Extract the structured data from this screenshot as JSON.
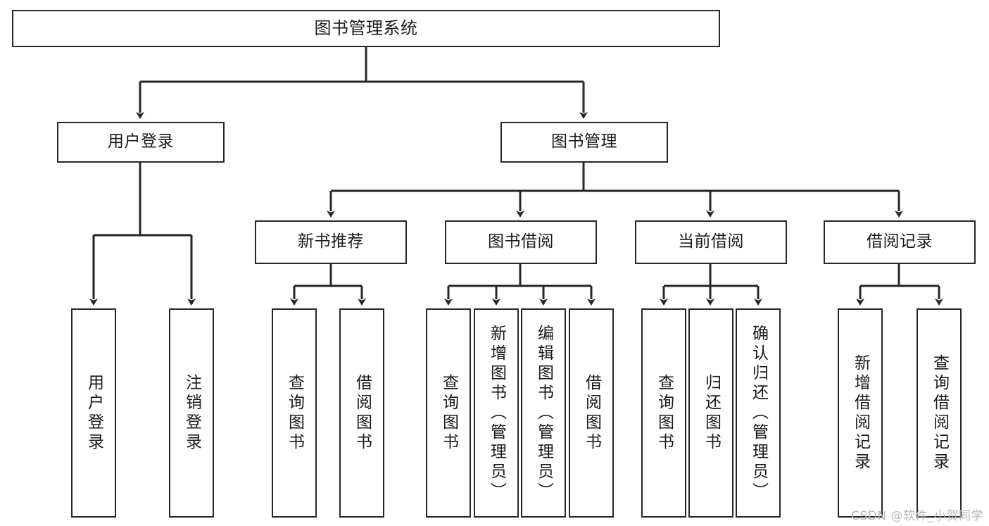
{
  "diagram": {
    "type": "tree-hierarchy",
    "title": "图书管理系统",
    "root": {
      "id": "root",
      "label": "图书管理系统"
    },
    "level2": [
      {
        "id": "user-login",
        "label": "用户登录"
      },
      {
        "id": "book-manage",
        "label": "图书管理"
      }
    ],
    "level3": [
      {
        "id": "new-book-rec",
        "label": "新书推荐",
        "parent": "book-manage"
      },
      {
        "id": "book-borrow",
        "label": "图书借阅",
        "parent": "book-manage"
      },
      {
        "id": "current-borrow",
        "label": "当前借阅",
        "parent": "book-manage"
      },
      {
        "id": "borrow-record",
        "label": "借阅记录",
        "parent": "book-manage"
      }
    ],
    "leaves": [
      {
        "id": "leaf-user-login",
        "label": "用户登录",
        "parent": "user-login"
      },
      {
        "id": "leaf-logout",
        "label": "注销登录",
        "parent": "user-login"
      },
      {
        "id": "leaf-query-book-1",
        "label": "查询图书",
        "parent": "new-book-rec"
      },
      {
        "id": "leaf-borrow-book-1",
        "label": "借阅图书",
        "parent": "new-book-rec"
      },
      {
        "id": "leaf-query-book-2",
        "label": "查询图书",
        "parent": "book-borrow"
      },
      {
        "id": "leaf-add-book",
        "label": "新增图书（管理员）",
        "parent": "book-borrow"
      },
      {
        "id": "leaf-edit-book",
        "label": "编辑图书（管理员）",
        "parent": "book-borrow"
      },
      {
        "id": "leaf-borrow-book-2",
        "label": "借阅图书",
        "parent": "book-borrow"
      },
      {
        "id": "leaf-query-book-3",
        "label": "查询图书",
        "parent": "current-borrow"
      },
      {
        "id": "leaf-return-book",
        "label": "归还图书",
        "parent": "current-borrow"
      },
      {
        "id": "leaf-confirm-return",
        "label": "确认归还（管理员）",
        "parent": "current-borrow"
      },
      {
        "id": "leaf-add-record",
        "label": "新增借阅记录",
        "parent": "borrow-record"
      },
      {
        "id": "leaf-query-record",
        "label": "查询借阅记录",
        "parent": "borrow-record"
      }
    ]
  },
  "watermark": {
    "text": "CSDN @软件_小贺同学"
  },
  "colors": {
    "stroke": "#262626",
    "background": "#ffffff",
    "text": "#1a1a1a",
    "watermark": "#b7b7b7"
  }
}
